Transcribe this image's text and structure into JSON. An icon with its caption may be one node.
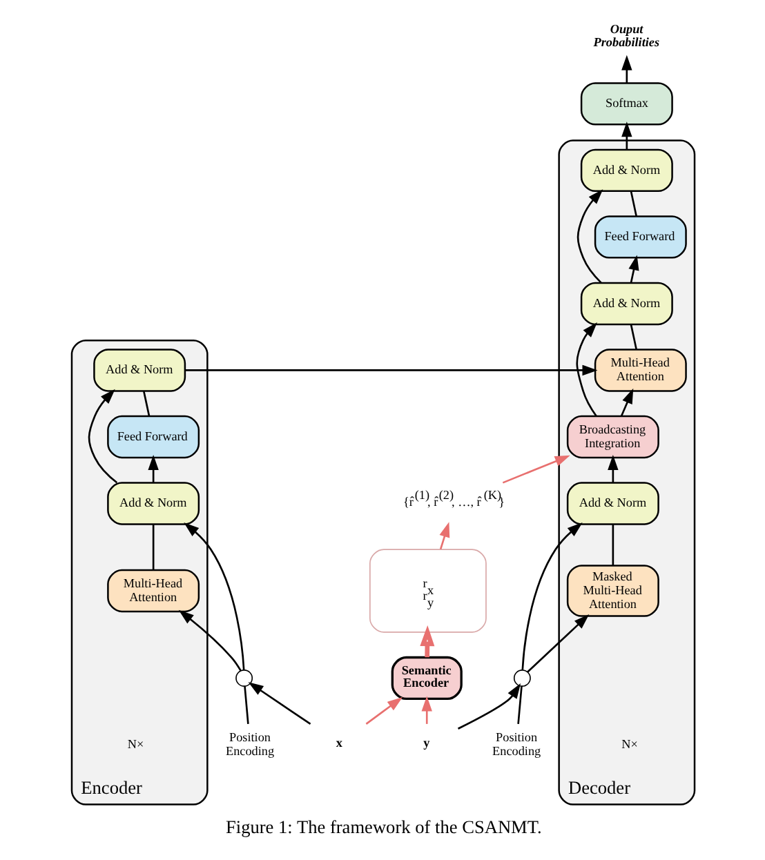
{
  "diagram": {
    "caption": "Figure 1: The framework of the CSANMT.",
    "nodes": [
      {
        "text": [
          "Encoder"
        ],
        "beside": [
          "N×"
        ]
      },
      {
        "text": [
          "Add & Norm"
        ],
        "in": 0
      },
      {
        "text": [
          "Feed Forward"
        ],
        "in": 0
      },
      {
        "text": [
          "Add & Norm"
        ],
        "in": 0
      },
      {
        "text": [
          "Multi-Head Attention"
        ],
        "in": 0
      },
      {
        "text": [
          "Position Encoding"
        ]
      },
      {
        "text": [],
        "shape": "circle"
      },
      {
        "text": [
          "x"
        ]
      },
      {
        "text": [
          "Ouput Probabilities"
        ]
      },
      {
        "text": [
          "Softmax"
        ]
      },
      {
        "text": [
          "Decoder"
        ],
        "beside": [
          "N×"
        ]
      },
      {
        "text": [
          "Add & Norm"
        ],
        "in": 10
      },
      {
        "text": [
          "Feed Forward"
        ],
        "in": 10
      },
      {
        "text": [
          "Add & Norm"
        ],
        "in": 10
      },
      {
        "text": [
          "Multi-Head Attention"
        ],
        "in": 10
      },
      {
        "text": [
          "Broadcasting Integration"
        ],
        "in": 10
      },
      {
        "text": [
          "Add & Norm"
        ],
        "in": 10
      },
      {
        "text": [
          "Masked Multi-Head Attention"
        ],
        "in": 10
      },
      {
        "text": [],
        "shape": "circle"
      },
      {
        "text": [
          "Position Encoding"
        ]
      },
      {
        "text": [
          "y"
        ]
      },
      {
        "text": [
          "{r̂$^{(1)}$, r̂$^{(2)}$, …, r̂$^{(K)}$}"
        ]
      },
      {
        "text": [
          "r$_{x}$",
          "r$_{y}$"
        ]
      },
      {
        "text": [
          "Semantic Encoder"
        ]
      }
    ],
    "edges": [
      {
        "from": 7,
        "to": 6,
        "arrow": "to"
      },
      {
        "from": 5,
        "to": 6,
        "arrow": "none"
      },
      {
        "from": 6,
        "to": 4,
        "arrow": "to"
      },
      {
        "from": 6,
        "to": 3,
        "arrow": "to"
      },
      {
        "from": 4,
        "to": 3,
        "arrow": "none"
      },
      {
        "from": 3,
        "to": 2,
        "arrow": "to"
      },
      {
        "from": 3,
        "to": 1,
        "arrow": "to"
      },
      {
        "from": 2,
        "to": 1,
        "arrow": "none"
      },
      {
        "from": 1,
        "to": 14,
        "arrow": "to"
      },
      {
        "from": 20,
        "to": 18,
        "arrow": "to"
      },
      {
        "from": 19,
        "to": 18,
        "arrow": "none"
      },
      {
        "from": 18,
        "to": 17,
        "arrow": "to"
      },
      {
        "from": 18,
        "to": 16,
        "arrow": "to"
      },
      {
        "from": 17,
        "to": 16,
        "arrow": "none"
      },
      {
        "from": 16,
        "to": 15,
        "arrow": "to"
      },
      {
        "from": 15,
        "to": 14,
        "arrow": "to"
      },
      {
        "from": 15,
        "to": 13,
        "arrow": "to"
      },
      {
        "from": 14,
        "to": 13,
        "arrow": "none"
      },
      {
        "from": 13,
        "to": 12,
        "arrow": "to"
      },
      {
        "from": 13,
        "to": 11,
        "arrow": "to"
      },
      {
        "from": 12,
        "to": 11,
        "arrow": "none"
      },
      {
        "from": 11,
        "to": 9,
        "arrow": "to"
      },
      {
        "from": 9,
        "to": 8,
        "arrow": "to"
      },
      {
        "from": 7,
        "to": 23,
        "arrow": "to",
        "color": "#e8706f"
      },
      {
        "from": 20,
        "to": 23,
        "arrow": "to",
        "color": "#e8706f"
      },
      {
        "from": 23,
        "to": 22,
        "arrow": "to",
        "style": "thick",
        "color": "#e8706f"
      },
      {
        "from": 22,
        "to": 21,
        "arrow": "to",
        "color": "#e8706f"
      },
      {
        "from": 21,
        "to": 15,
        "arrow": "to",
        "color": "#e8706f"
      }
    ]
  }
}
